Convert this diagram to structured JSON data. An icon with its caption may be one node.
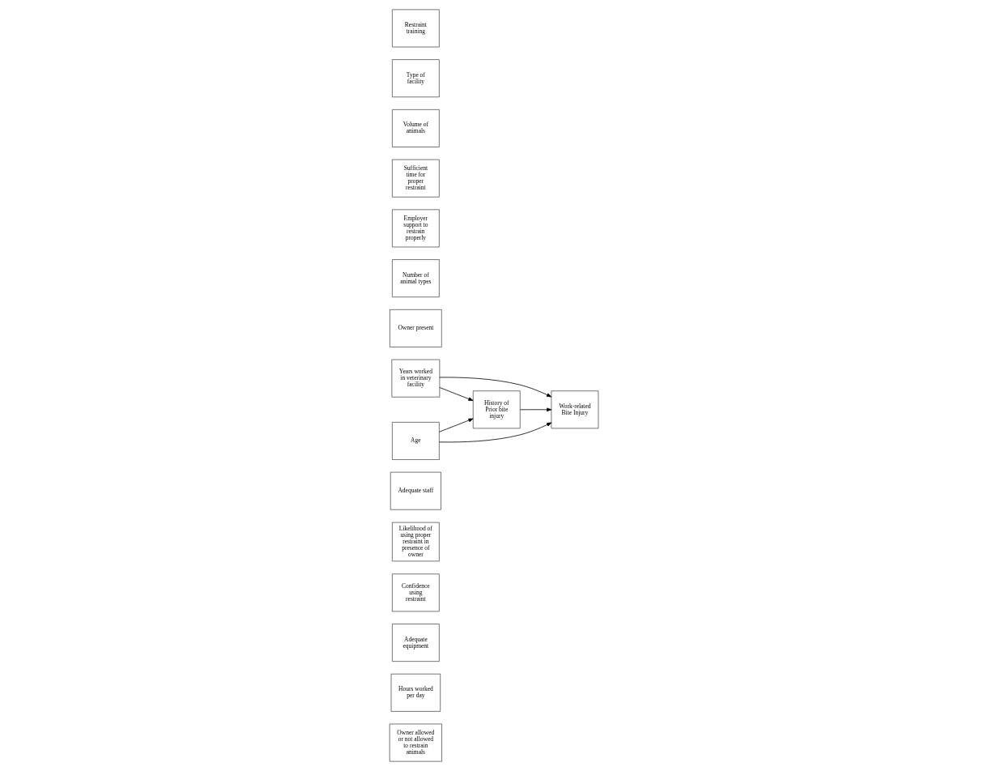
{
  "diagram": {
    "nodes": [
      {
        "text": [
          "Owner allowed or not allowed to restrain animals"
        ]
      },
      {
        "text": [
          "Hours worked per day"
        ]
      },
      {
        "text": [
          "Adequate equipment"
        ]
      },
      {
        "text": [
          "Confidence using restraint"
        ]
      },
      {
        "text": [
          "Likelihood of using proper restraint in presence of owner"
        ]
      },
      {
        "text": [
          "Adequate staff"
        ]
      },
      {
        "text": [
          "Years worked in veterinary facility"
        ]
      },
      {
        "text": [
          "Owner present"
        ]
      },
      {
        "text": [
          "Number of animal types"
        ]
      },
      {
        "text": [
          "Work-related Bite Injury"
        ]
      },
      {
        "text": [
          "Age"
        ]
      },
      {
        "text": [
          "Employer support to restrain properly"
        ]
      },
      {
        "text": [
          "History of Prior bite injury"
        ]
      },
      {
        "text": [
          "Sufficient time for proper restraint"
        ]
      },
      {
        "text": [
          "Volume of animals"
        ]
      },
      {
        "text": [
          "Type of facility"
        ]
      },
      {
        "text": [
          "Restraint training"
        ]
      }
    ],
    "edges": [
      {
        "from": 6,
        "to": 9,
        "arrow": "to"
      },
      {
        "from": 10,
        "to": 9,
        "arrow": "to"
      },
      {
        "from": 12,
        "to": 9,
        "arrow": "to"
      },
      {
        "from": 10,
        "to": 12,
        "arrow": "to"
      },
      {
        "from": 6,
        "to": 12,
        "arrow": "to"
      }
    ]
  }
}
